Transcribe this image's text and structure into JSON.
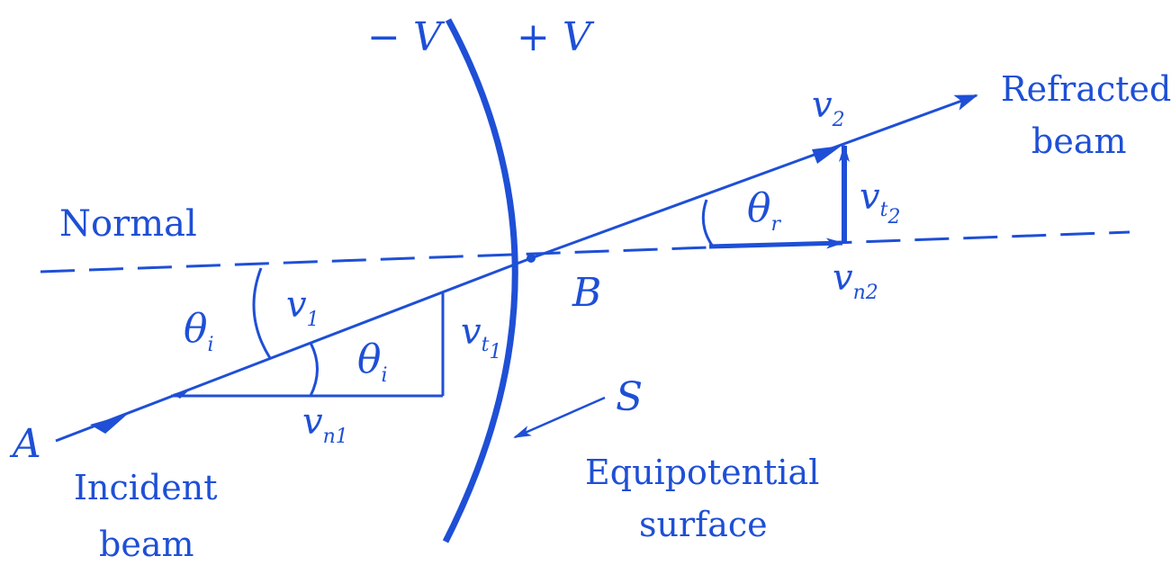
{
  "colors": {
    "ink": "#1e4fd6",
    "background": "#ffffff"
  },
  "labels": {
    "neg_v": "− V",
    "pos_v": "+ V",
    "normal": "Normal",
    "refracted_beam_line1": "Refracted",
    "refracted_beam_line2": "beam",
    "incident_beam_line1": "Incident",
    "incident_beam_line2": "beam",
    "equipotential_line1": "Equipotential",
    "equipotential_line2": "surface",
    "point_a": "A",
    "point_b": "B",
    "surface_s": "S",
    "v1_main": "v",
    "v1_sub": "1",
    "v2_main": "v",
    "v2_sub": "2",
    "vt1_main": "v",
    "vt1_sub": "t",
    "vt1_subsub": "1",
    "vt2_main": "v",
    "vt2_sub": "t",
    "vt2_subsub": "2",
    "vn1_main": "v",
    "vn1_sub": "n1",
    "vn2_main": "v",
    "vn2_sub": "n2",
    "theta_i_outer_main": "θ",
    "theta_i_outer_sub": "i",
    "theta_i_inner_main": "θ",
    "theta_i_inner_sub": "i",
    "theta_r_main": "θ",
    "theta_r_sub": "r"
  }
}
